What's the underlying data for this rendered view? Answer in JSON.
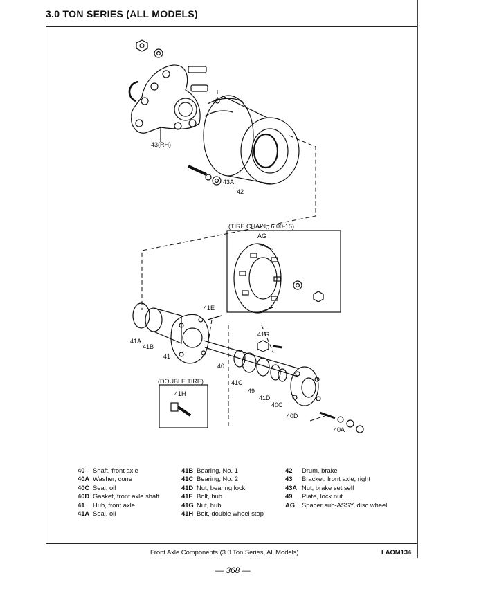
{
  "header": {
    "title": "3.0 TON SERIES (ALL MODELS)"
  },
  "diagram": {
    "labels": {
      "l43rh": "43(RH)",
      "l43a": "43A",
      "l42": "42",
      "tire_chain": "(TIRE CHAIN,, 6.00-15)",
      "ag": "AG",
      "l41e": "41E",
      "l41a": "41A",
      "l41b": "41B",
      "l41": "41",
      "l40": "40",
      "l41g": "41G",
      "double_tire": "(DOUBLE TIRE)",
      "l41h": "41H",
      "l41c": "41C",
      "l49": "49",
      "l41d": "41D",
      "l40c": "40C",
      "l40d": "40D",
      "l40a": "40A"
    }
  },
  "legend": {
    "col1": [
      {
        "code": "40",
        "name": "Shaft, front axle"
      },
      {
        "code": "40A",
        "name": "Washer, cone"
      },
      {
        "code": "40C",
        "name": "Seal, oil"
      },
      {
        "code": "40D",
        "name": "Gasket, front axle shaft"
      },
      {
        "code": "41",
        "name": "Hub, front axle"
      },
      {
        "code": "41A",
        "name": "Seal, oil"
      }
    ],
    "col2": [
      {
        "code": "41B",
        "name": "Bearing, No. 1"
      },
      {
        "code": "41C",
        "name": "Bearing, No. 2"
      },
      {
        "code": "41D",
        "name": "Nut, bearing lock"
      },
      {
        "code": "41E",
        "name": "Bolt, hub"
      },
      {
        "code": "41G",
        "name": "Nut, hub"
      },
      {
        "code": "41H",
        "name": "Bolt, double wheel stop"
      }
    ],
    "col3": [
      {
        "code": "42",
        "name": "Drum, brake"
      },
      {
        "code": "43",
        "name": "Bracket, front axle, right"
      },
      {
        "code": "43A",
        "name": "Nut, brake set self"
      },
      {
        "code": "49",
        "name": "Plate, lock nut"
      },
      {
        "code": "AG",
        "name": "Spacer sub-ASSY, disc wheel"
      }
    ]
  },
  "caption": "Front Axle Components (3.0 Ton Series, All Models)",
  "figure_code": "LAOM134",
  "page_number": "— 368 —"
}
